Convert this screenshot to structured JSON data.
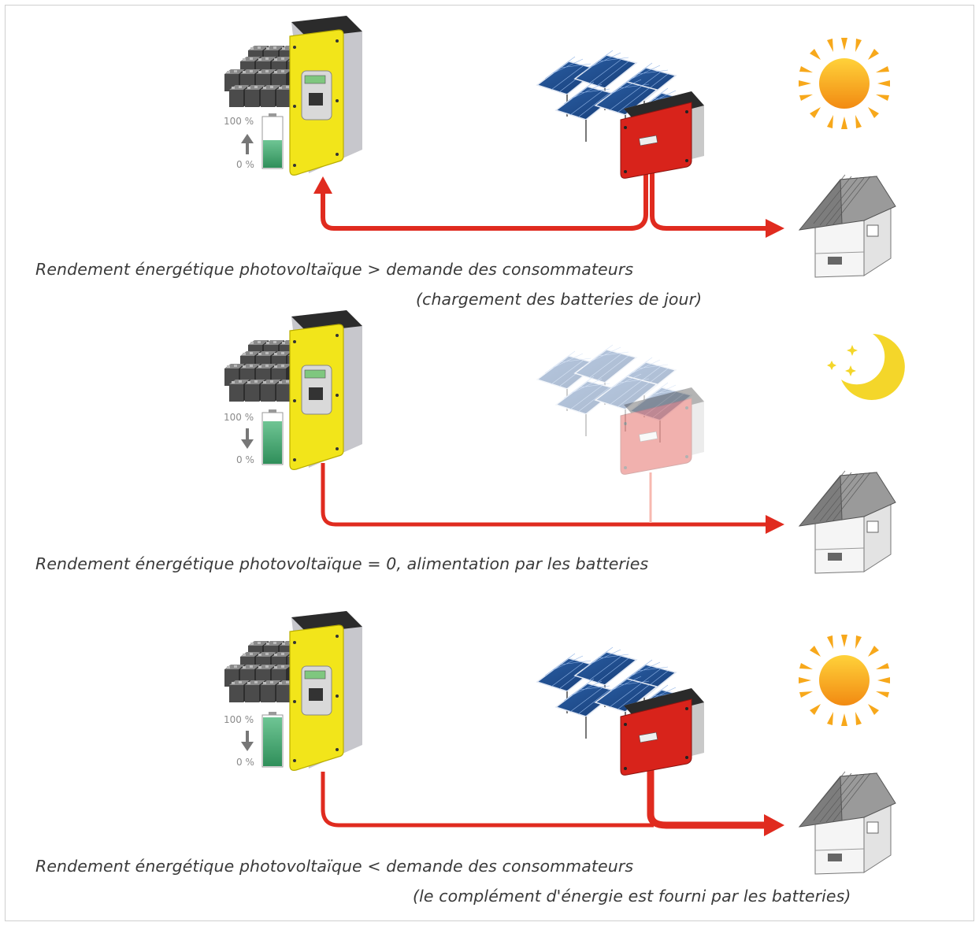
{
  "scenarios": [
    {
      "caption_line1": "Rendement énergétique photovoltaïque > demande des consommateurs",
      "caption_line2": "(chargement des batteries de jour)",
      "battery_top_label": "100 %",
      "battery_bottom_label": "0 %",
      "battery_level": 0.55,
      "battery_direction": "up",
      "sky_icon": "sun-icon",
      "pv_active": true
    },
    {
      "caption_line1": "Rendement énergétique photovoltaïque = 0, alimentation par les batteries",
      "caption_line2": "",
      "battery_top_label": "100 %",
      "battery_bottom_label": "0 %",
      "battery_level": 0.85,
      "battery_direction": "down",
      "sky_icon": "moon-icon",
      "pv_active": false
    },
    {
      "caption_line1": "Rendement énergétique photovoltaïque < demande des consommateurs",
      "caption_line2": "(le complément d'énergie est fourni par les batteries)",
      "battery_top_label": "100 %",
      "battery_bottom_label": "0 %",
      "battery_level": 0.97,
      "battery_direction": "down",
      "sky_icon": "sun-icon",
      "pv_active": true
    }
  ],
  "colors": {
    "flow_arrow": "#e02b1f",
    "battery_fill": "#2f8f5a",
    "battery_inverter": "#f2e51a",
    "pv_inverter": "#d8231b",
    "sun": "#f7a81b",
    "moon": "#f4d62a"
  }
}
